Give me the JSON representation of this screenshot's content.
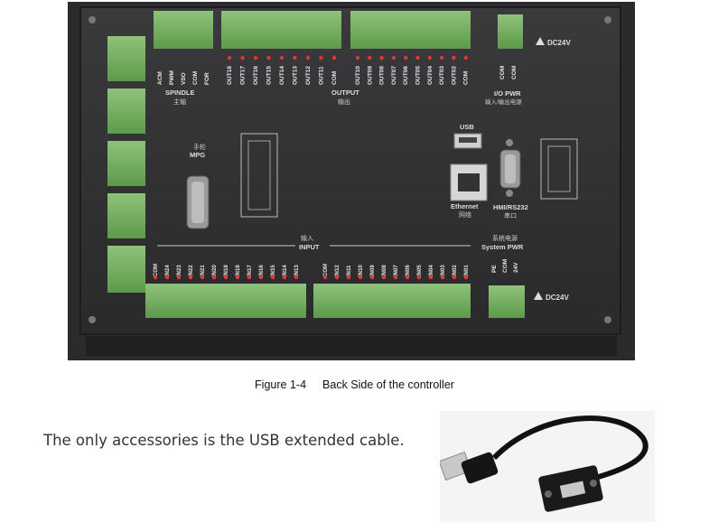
{
  "board": {
    "spindle_pins": [
      "ACM",
      "PWM",
      "VSO",
      "COM",
      "FOR"
    ],
    "spindle_label": "SPINDLE",
    "spindle_label_cn": "主轴",
    "output_pins_left": [
      "OUT18",
      "OUT17",
      "OUT16",
      "OUT15",
      "OUT14",
      "OUT13",
      "OUT12",
      "OUT11",
      "COM"
    ],
    "output_pins_right": [
      "OUT10",
      "OUT09",
      "OUT08",
      "OUT07",
      "OUT06",
      "OUT05",
      "OUT04",
      "OUT03",
      "OUT02",
      "COM"
    ],
    "output_label": "OUTPUT",
    "output_label_cn": "输出",
    "io_pwr_pins": [
      "COM",
      "COM"
    ],
    "io_pwr_label": "I/O PWR",
    "io_pwr_label_cn": "输入/输出电源",
    "dc24v_top": "DC24V",
    "dc24v_bottom": "DC24V",
    "usb_label": "USB",
    "mpg_label_cn": "手轮",
    "mpg_label": "MPG",
    "ethernet_label": "Ethernet",
    "ethernet_label_cn": "网络",
    "hmi_label": "HMI/RS232",
    "hmi_label_cn": "串口",
    "input_label_cn": "输入",
    "input_label": "INPUT",
    "input_pins_left": [
      "COM",
      "IN24",
      "IN23",
      "IN22",
      "IN21",
      "IN20",
      "IN19",
      "IN18",
      "IN17",
      "IN16",
      "IN15",
      "IN14",
      "IN13"
    ],
    "input_pins_right": [
      "COM",
      "IN12",
      "IN11",
      "IN10",
      "IN09",
      "IN08",
      "IN07",
      "IN06",
      "IN05",
      "IN04",
      "IN03",
      "IN02",
      "IN01"
    ],
    "sys_pwr_label_cn": "系统电源",
    "sys_pwr_label": "System PWR",
    "sys_pwr_pins": [
      "PE",
      "COM",
      "24V"
    ]
  },
  "caption": {
    "figure": "Figure 1-4",
    "text": "Back Side of the controller"
  },
  "body_text": "The only accessories is the USB extended cable."
}
